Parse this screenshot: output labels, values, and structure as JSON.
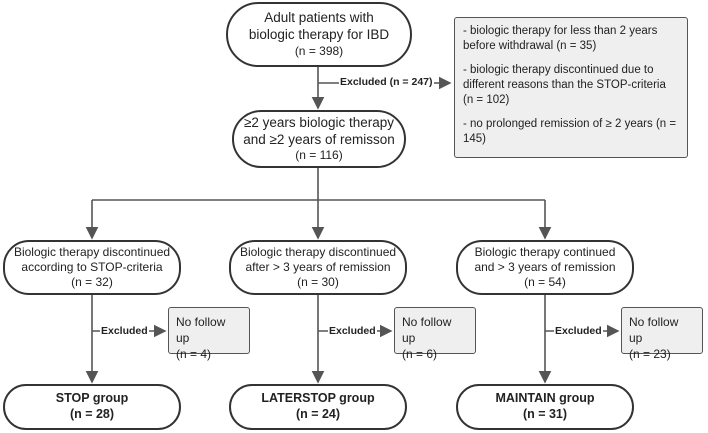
{
  "nodes": {
    "top": {
      "lines": [
        "Adult patients with",
        "biologic therapy for IBD"
      ],
      "n": "(n = 398)"
    },
    "remission": {
      "lines": [
        "≥2 years biologic therapy",
        "and ≥2 years of remisson"
      ],
      "n": "(n = 116)"
    },
    "branch_stop": {
      "lines": [
        "Biologic therapy discontinued",
        "according to STOP-criteria"
      ],
      "n": "(n = 32)"
    },
    "branch_laterstop": {
      "lines": [
        "Biologic therapy discontinued",
        "after > 3 years of remission"
      ],
      "n": "(n = 30)"
    },
    "branch_maintain": {
      "lines": [
        "Biologic therapy continued",
        "and > 3 years of remission"
      ],
      "n": "(n = 54)"
    },
    "group_stop": {
      "title": "STOP group",
      "n": "(n = 28)"
    },
    "group_laterstop": {
      "title": "LATERSTOP group",
      "n": "(n = 24)"
    },
    "group_maintain": {
      "title": "MAINTAIN group",
      "n": "(n = 31)"
    }
  },
  "exclusions": {
    "main_label": "Excluded (n = 247)",
    "main_items": [
      "- biologic therapy for less than 2 years before withdrawal (n = 35)",
      "- biologic therapy discontinued due to different reasons than the STOP-criteria (n = 102)",
      "- no prolonged remission of ≥ 2 years (n = 145)"
    ],
    "branch_label": "Excluded",
    "stop": {
      "title": "No follow up",
      "n": "(n = 4)"
    },
    "laterstop": {
      "title": "No follow up",
      "n": "(n = 6)"
    },
    "maintain": {
      "title": "No follow up",
      "n": "(n = 23)"
    }
  },
  "colors": {
    "border": "#333333",
    "note_fill": "#efefef",
    "line": "#555555"
  }
}
